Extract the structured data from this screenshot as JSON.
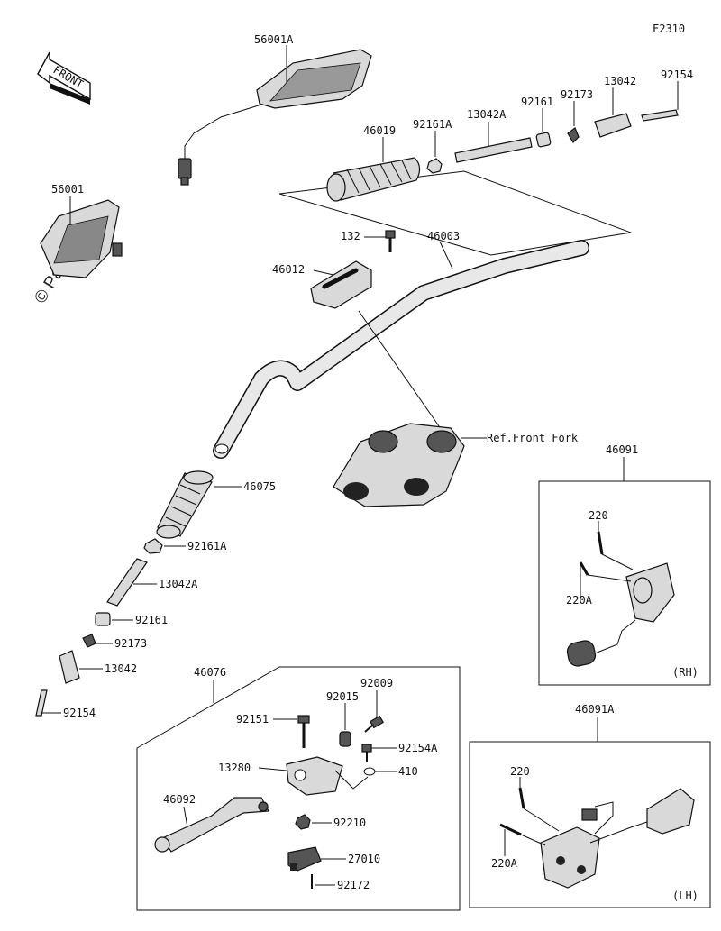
{
  "figure_code": "F2310",
  "watermark": "© Partzilla.com",
  "front_arrow": "FRONT",
  "ref_note": "Ref.Front Fork",
  "box_rh_tag": "(RH)",
  "box_lh_tag": "(LH)",
  "labels": {
    "l56001A": "56001A",
    "l56001": "56001",
    "l46019": "46019",
    "l92161A_top": "92161A",
    "l13042A_top": "13042A",
    "l92161_top": "92161",
    "l92173_top": "92173",
    "l13042_top": "13042",
    "l92154_top": "92154",
    "l132": "132",
    "l46003": "46003",
    "l46012": "46012",
    "l46075": "46075",
    "l92161A_left": "92161A",
    "l13042A_left": "13042A",
    "l92161_left": "92161",
    "l92173_left": "92173",
    "l13042_left": "13042",
    "l92154_left": "92154",
    "l46091": "46091",
    "l220_rh": "220",
    "l220A_rh": "220A",
    "l46076": "46076",
    "l92009": "92009",
    "l92015": "92015",
    "l92151": "92151",
    "l92154A": "92154A",
    "l13280": "13280",
    "l410": "410",
    "l46092": "46092",
    "l92210": "92210",
    "l27010": "27010",
    "l92172": "92172",
    "l46091A": "46091A",
    "l220_lh": "220",
    "l220A_lh": "220A"
  }
}
